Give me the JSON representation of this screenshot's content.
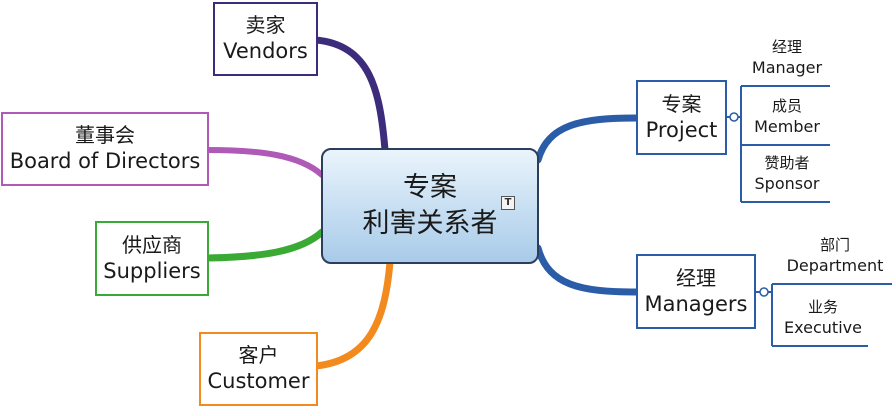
{
  "central": {
    "line1": "专案",
    "line2": "利害关系者",
    "note_icon": "T"
  },
  "vendors": {
    "zh": "卖家",
    "en": "Vendors"
  },
  "board": {
    "zh": "董事会",
    "en": "Board of Directors"
  },
  "suppliers": {
    "zh": "供应商",
    "en": "Suppliers"
  },
  "customer": {
    "zh": "客户",
    "en": "Customer"
  },
  "project": {
    "zh": "专案",
    "en": "Project",
    "children": [
      {
        "zh": "经理",
        "en": "Manager"
      },
      {
        "zh": "成员",
        "en": "Member"
      },
      {
        "zh": "赞助者",
        "en": "Sponsor"
      }
    ]
  },
  "managers": {
    "zh": "经理",
    "en": "Managers",
    "children": [
      {
        "zh": "部门",
        "en": "Department"
      },
      {
        "zh": "业务",
        "en": "Executive"
      }
    ]
  },
  "colors": {
    "vendors": "#3d2b7c",
    "board": "#b05ab8",
    "suppliers": "#3aaa35",
    "customer": "#f28a1e",
    "project": "#2a5ca8",
    "managers": "#2a5ca8"
  }
}
